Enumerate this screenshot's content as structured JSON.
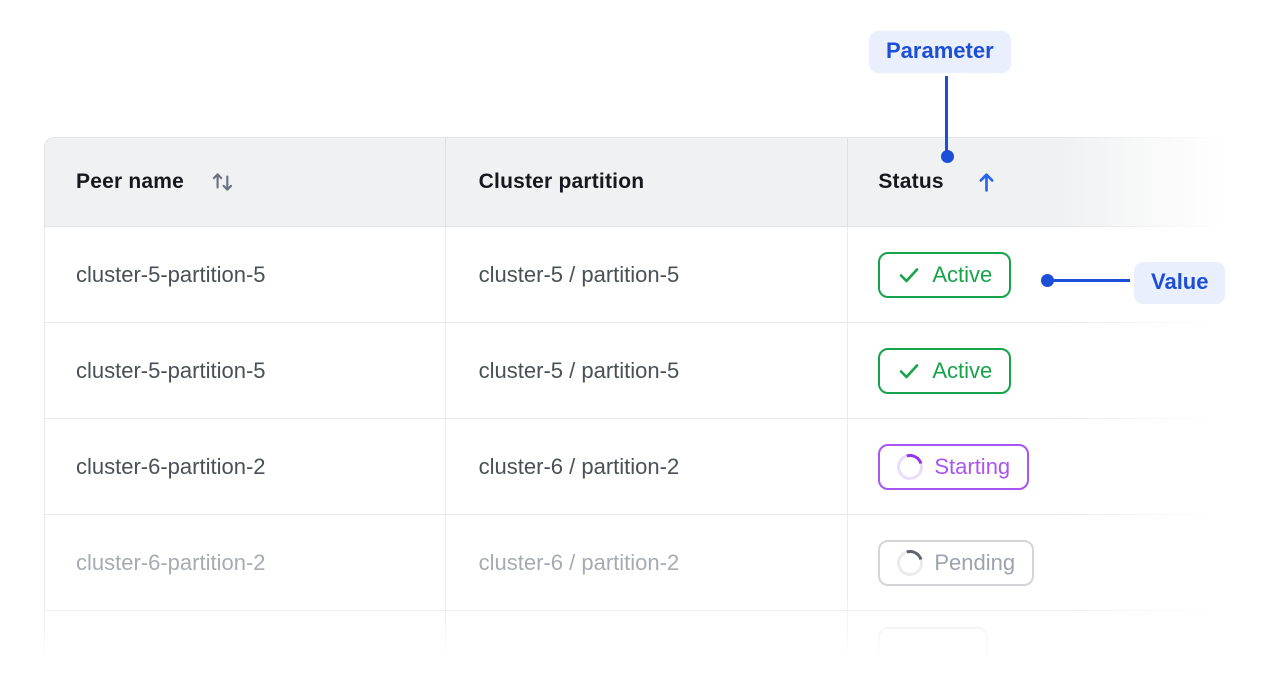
{
  "annotations": {
    "parameter_label": "Parameter",
    "value_label": "Value"
  },
  "table": {
    "columns": [
      {
        "label": "Peer name",
        "sort": "sortable"
      },
      {
        "label": "Cluster partition",
        "sort": "none"
      },
      {
        "label": "Status",
        "sort": "ascending"
      }
    ],
    "rows": [
      {
        "peer_name": "cluster-5-partition-5",
        "cluster_partition": "cluster-5 / partition-5",
        "status": "Active",
        "status_kind": "active",
        "muted": false
      },
      {
        "peer_name": "cluster-5-partition-5",
        "cluster_partition": "cluster-5 / partition-5",
        "status": "Active",
        "status_kind": "active",
        "muted": false
      },
      {
        "peer_name": "cluster-6-partition-2",
        "cluster_partition": "cluster-6 / partition-2",
        "status": "Starting",
        "status_kind": "starting",
        "muted": false
      },
      {
        "peer_name": "cluster-6-partition-2",
        "cluster_partition": "cluster-6 / partition-2",
        "status": "Pending",
        "status_kind": "pending",
        "muted": true
      },
      {
        "peer_name": "",
        "cluster_partition": "",
        "status": "",
        "status_kind": "ghost",
        "muted": true
      }
    ]
  },
  "colors": {
    "accent_blue": "#1d4ed8",
    "callout_bg": "#e9effd",
    "header_bg": "#f0f1f2",
    "active_green": "#16a34a",
    "starting_purple": "#a855f7",
    "pending_gray": "#9ca3af"
  }
}
